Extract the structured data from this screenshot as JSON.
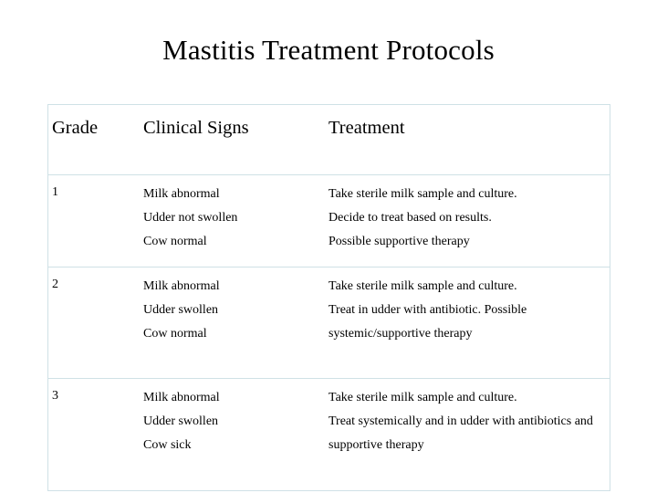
{
  "slide": {
    "title": "Mastitis Treatment Protocols",
    "border_color": "#cfe1e6",
    "background_color": "#ffffff",
    "text_color": "#000000"
  },
  "table": {
    "headers": {
      "grade": "Grade",
      "signs": "Clinical Signs",
      "treatment": "Treatment"
    },
    "rows": [
      {
        "grade": "1",
        "signs": [
          "Milk abnormal",
          "Udder not swollen",
          "Cow normal"
        ],
        "treatment": [
          "Take sterile milk sample and culture.",
          "Decide to treat based on results.",
          "Possible supportive therapy"
        ]
      },
      {
        "grade": "2",
        "signs": [
          "Milk abnormal",
          "Udder swollen",
          "Cow normal"
        ],
        "treatment": [
          "Take sterile milk sample and culture.",
          "Treat in udder with antibiotic. Possible systemic/supportive therapy"
        ]
      },
      {
        "grade": "3",
        "signs": [
          "Milk abnormal",
          "Udder swollen",
          "Cow sick"
        ],
        "treatment": [
          "Take sterile milk sample and culture.",
          "Treat systemically and in udder with antibiotics and supportive therapy"
        ]
      }
    ]
  }
}
